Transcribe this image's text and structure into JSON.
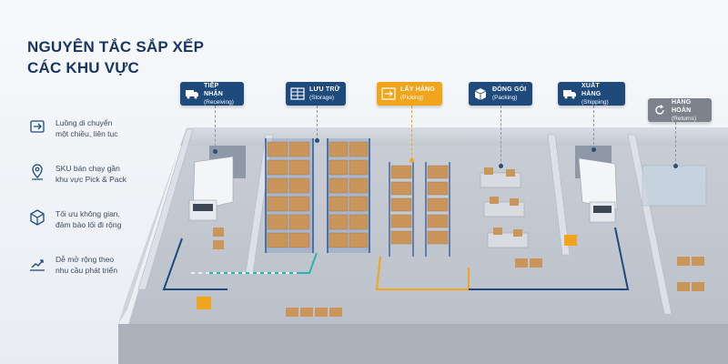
{
  "title": {
    "line1": "NGUYÊN TẮC SẮP XẾP",
    "line2": "CÁC KHU VỰC"
  },
  "principles": [
    {
      "icon": "flow-arrows-icon",
      "line1": "Luồng di chuyển",
      "line2": "một chiều, liên tục"
    },
    {
      "icon": "location-pin-icon",
      "line1": "SKU bán chạy gần",
      "line2": "khu vực Pick & Pack"
    },
    {
      "icon": "box-expand-icon",
      "line1": "Tối ưu không gian,",
      "line2": "đảm bảo lối đi rộng"
    },
    {
      "icon": "growth-chart-icon",
      "line1": "Dễ mở rộng theo",
      "line2": "nhu cầu phát triển"
    }
  ],
  "zones": [
    {
      "icon": "truck-icon",
      "name": "TIẾP NHẬN",
      "sub": "(Receiving)",
      "color": "#1f4a7c"
    },
    {
      "icon": "shelves-icon",
      "name": "LƯU TRỮ",
      "sub": "(Storage)",
      "color": "#1f4a7c"
    },
    {
      "icon": "picking-icon",
      "name": "LẤY HÀNG",
      "sub": "(Picking)",
      "color": "#f0a51d"
    },
    {
      "icon": "box-icon",
      "name": "ĐÓNG GÓI",
      "sub": "(Packing)",
      "color": "#1f4a7c"
    },
    {
      "icon": "truck-icon",
      "name": "XUẤT HÀNG",
      "sub": "(Shipping)",
      "color": "#1f4a7c"
    },
    {
      "icon": "return-icon",
      "name": "HÀNG HOÀN",
      "sub": "(Returns)",
      "color": "#7d838b"
    }
  ],
  "colors": {
    "navy": "#1f4a7c",
    "orange": "#f0a51d",
    "teal": "#2bb3ad",
    "grey": "#7d838b",
    "title": "#18365f"
  }
}
